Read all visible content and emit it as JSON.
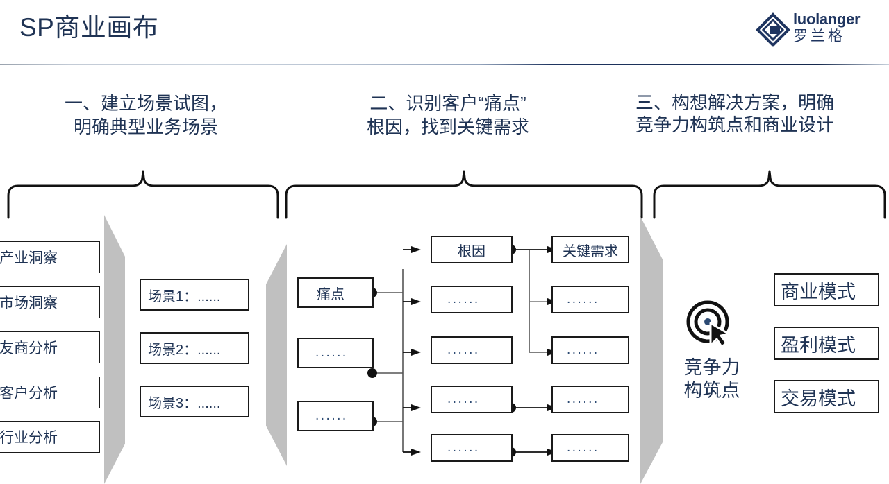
{
  "header": {
    "title": "SP商业画布",
    "logo": {
      "mark_name": "diamond-logo-mark",
      "en": "luolanger",
      "cn": "罗兰格"
    }
  },
  "sections": [
    {
      "id": "one",
      "heading": "一、建立场景试图，\n明确典型业务场景"
    },
    {
      "id": "two",
      "heading": "二、识别客户“痛点”\n根因，找到关键需求"
    },
    {
      "id": "three",
      "heading": "三、构想解决方案，明确\n竞争力构筑点和商业设计"
    }
  ],
  "section_one": {
    "insight_boxes": [
      {
        "label": "产业洞察"
      },
      {
        "label": "市场洞察"
      },
      {
        "label": "友商分析"
      },
      {
        "label": "客户分析"
      },
      {
        "label": "行业分析"
      }
    ],
    "scenario_boxes": [
      {
        "label": "场景1：......"
      },
      {
        "label": "场景2：......"
      },
      {
        "label": "场景3：......"
      }
    ]
  },
  "section_two": {
    "pain_points": [
      {
        "label": "痛点"
      },
      {
        "label": "......"
      },
      {
        "label": "......"
      }
    ],
    "root_causes": [
      {
        "label": "根因"
      },
      {
        "label": "......"
      },
      {
        "label": "......"
      },
      {
        "label": "......"
      },
      {
        "label": "......"
      }
    ],
    "key_needs": [
      {
        "label": "关键需求"
      },
      {
        "label": "......"
      },
      {
        "label": "......"
      },
      {
        "label": "......"
      },
      {
        "label": "......"
      }
    ]
  },
  "section_three": {
    "competitiveness": {
      "icon": "target-cursor-icon",
      "label": "竞争力\n构筑点"
    },
    "mode_boxes": [
      {
        "label": "商业模式"
      },
      {
        "label": "盈利模式"
      },
      {
        "label": "交易模式"
      }
    ]
  },
  "colors": {
    "navy": "#1f3354",
    "brand_navy": "#1f3560",
    "gray_shape": "#c0c0c0",
    "line": "#1a1a1a",
    "background": "#ffffff"
  }
}
